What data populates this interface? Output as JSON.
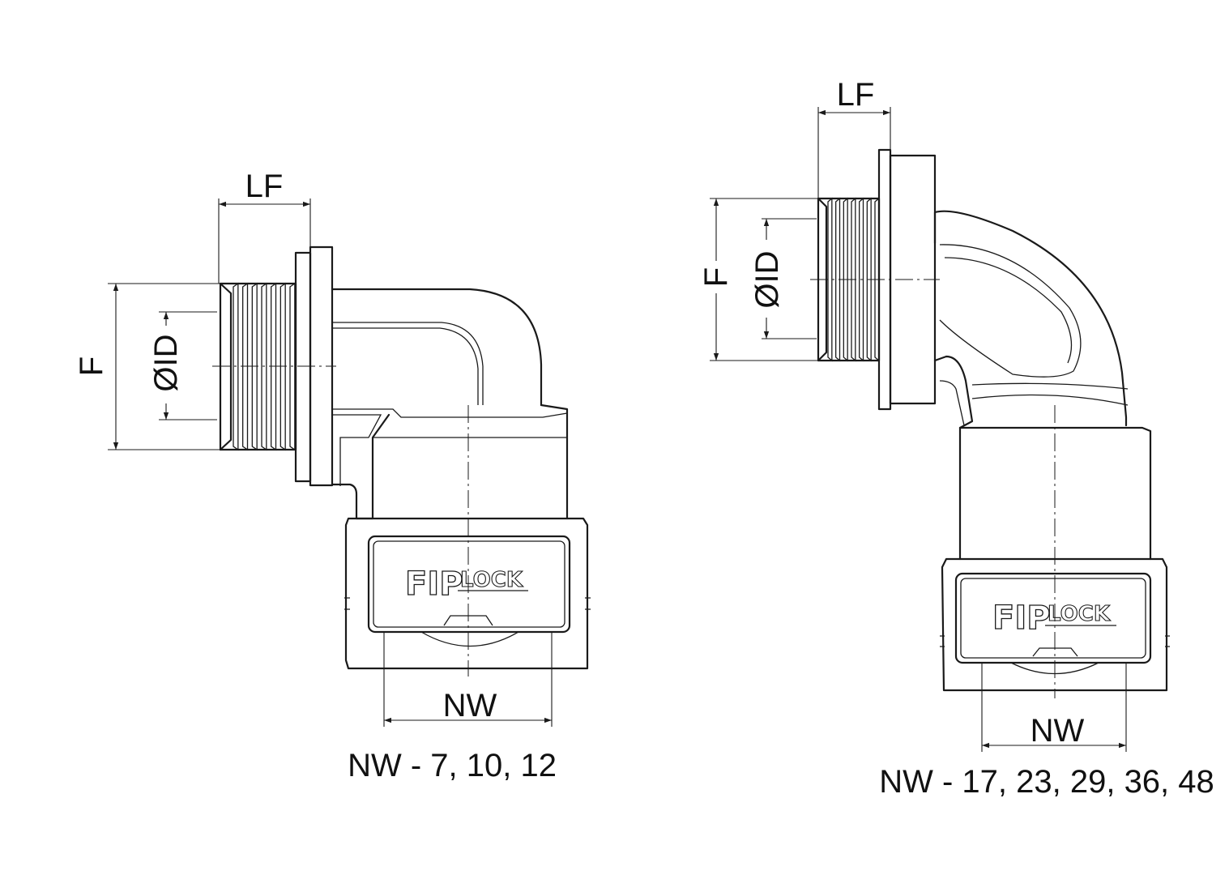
{
  "colors": {
    "line": "#1a1a1a",
    "background": "#ffffff"
  },
  "left_fitting": {
    "dims": {
      "lf": "LF",
      "f": "F",
      "id": "ØID",
      "nw": "NW"
    },
    "logo": {
      "main": "FIP",
      "sub": "LOCK"
    },
    "caption": "NW - 7, 10, 12"
  },
  "right_fitting": {
    "dims": {
      "lf": "LF",
      "f": "F",
      "id": "ØID",
      "nw": "NW"
    },
    "logo": {
      "main": "FIP",
      "sub": "LOCK"
    },
    "caption": "NW - 17, 23, 29, 36, 48"
  }
}
